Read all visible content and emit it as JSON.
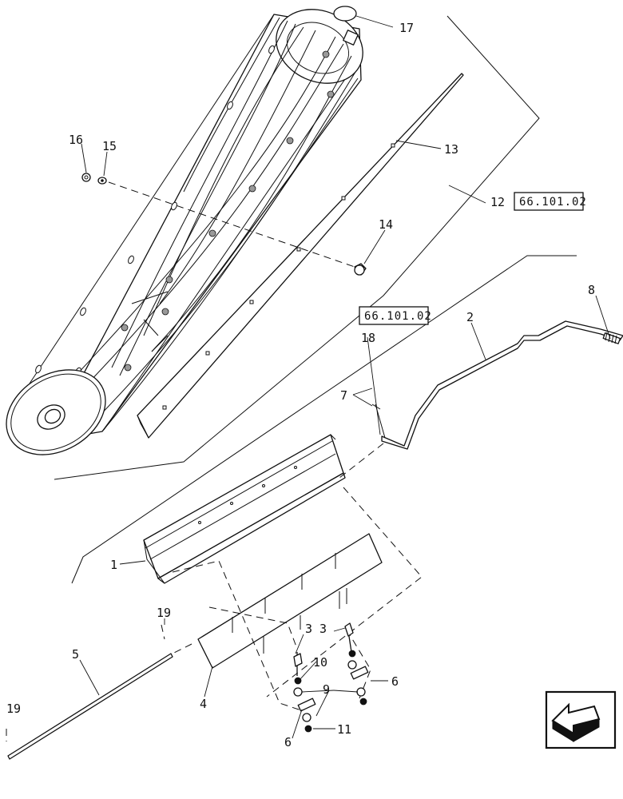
{
  "callouts": {
    "c1": "1",
    "c2": "2",
    "c3a": "3",
    "c3b": "3",
    "c4": "4",
    "c5": "5",
    "c6a": "6",
    "c6b": "6",
    "c7": "7",
    "c8": "8",
    "c9": "9",
    "c10": "10",
    "c11": "11",
    "c12": "12",
    "c13": "13",
    "c14": "14",
    "c15": "15",
    "c16": "16",
    "c17": "17",
    "c18": "18",
    "c19a": "19",
    "c19b": "19"
  },
  "references": {
    "ref_top": "66.101.02",
    "ref_mid": "66.101.02"
  },
  "icons": {
    "nav": "previous-page-arrow-icon"
  }
}
